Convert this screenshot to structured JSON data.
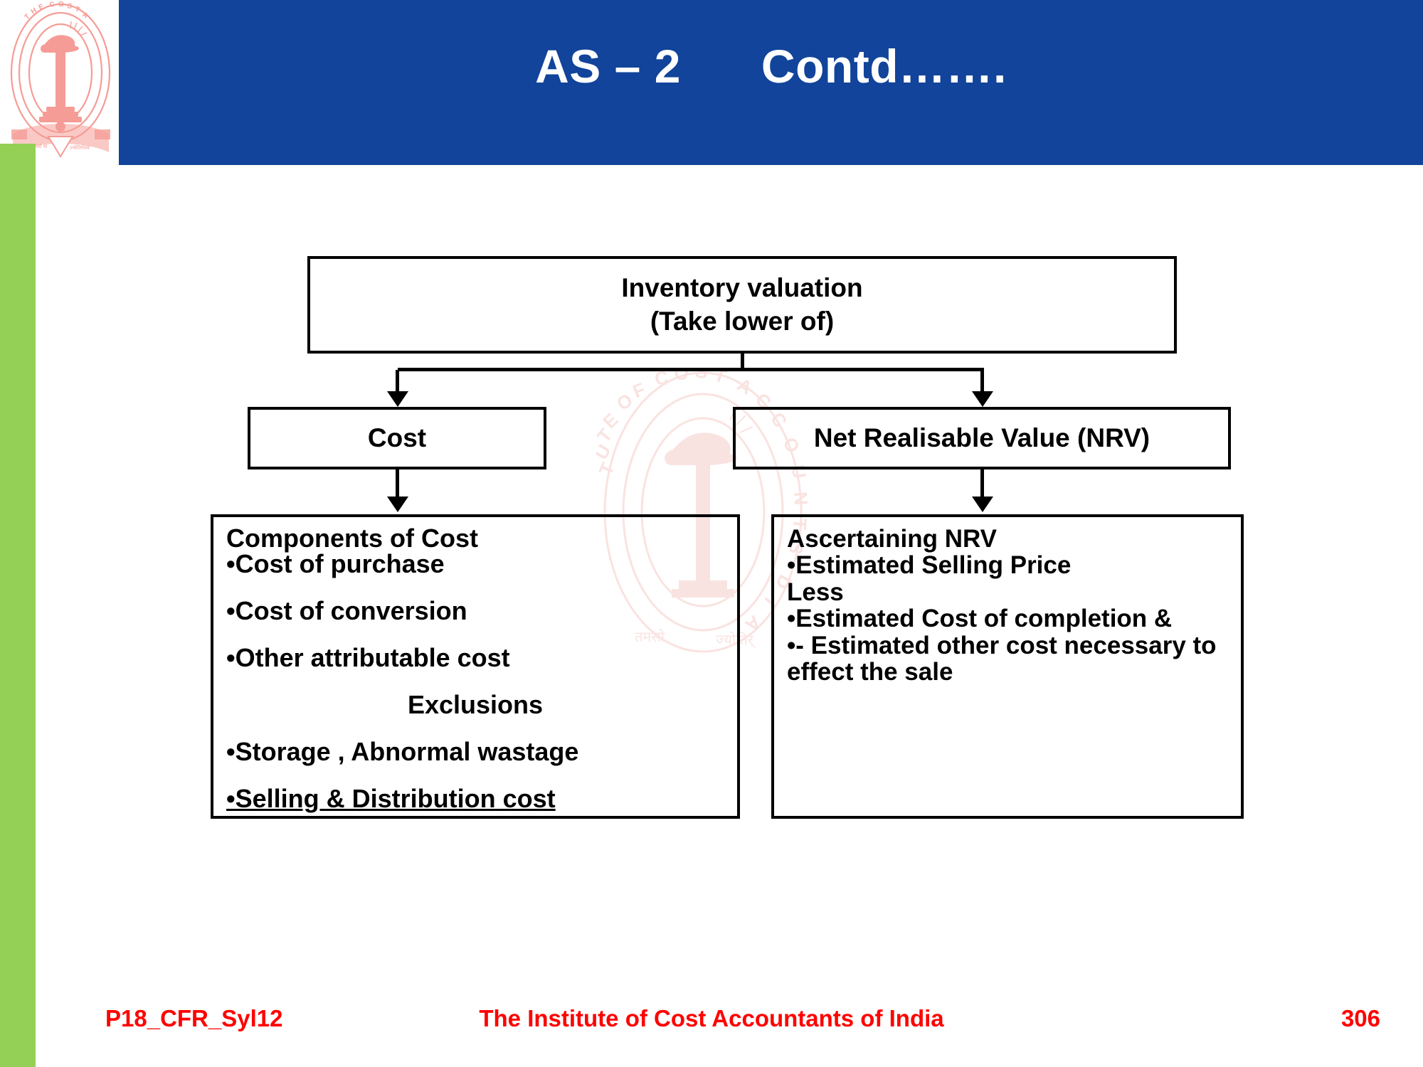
{
  "theme": {
    "header_blue": "#11449A",
    "accent_green": "#93D055",
    "footer_red": "#FF0000",
    "seal_pink": "#F4A09A",
    "box_border": "#000000",
    "title_color": "#FFFFFF"
  },
  "header": {
    "title": "AS – 2      Contd…….",
    "logo_name": "icai-seal-logo",
    "logo_alt_text": "THE INSTITUTE OF COST ACCOUNTANTS OF INDIA"
  },
  "watermark": {
    "name": "icai-seal-watermark",
    "text": "THE INSTITUTE OF COST ACCOUNTANTS OF INDIA"
  },
  "diagram": {
    "root": {
      "line1": "Inventory valuation",
      "line2": "(Take lower of)"
    },
    "branch_left": {
      "label": "Cost"
    },
    "branch_right": {
      "label": "Net Realisable Value (NRV)"
    },
    "detail_left": {
      "heading": "Components of Cost",
      "items": [
        "•Cost of purchase",
        "•Cost of conversion",
        "•Other attributable cost"
      ],
      "subheading": "Exclusions",
      "exclusions": [
        "•Storage , Abnormal wastage",
        "•Selling & Distribution cost"
      ]
    },
    "detail_right": {
      "heading": "Ascertaining NRV",
      "lines": [
        "•Estimated Selling Price",
        "Less",
        "•Estimated Cost of completion &",
        "•- Estimated other cost necessary to",
        "effect the sale"
      ]
    }
  },
  "footer": {
    "left": "P18_CFR_Syl12",
    "center": "The Institute of Cost Accountants of India",
    "page": "306"
  }
}
